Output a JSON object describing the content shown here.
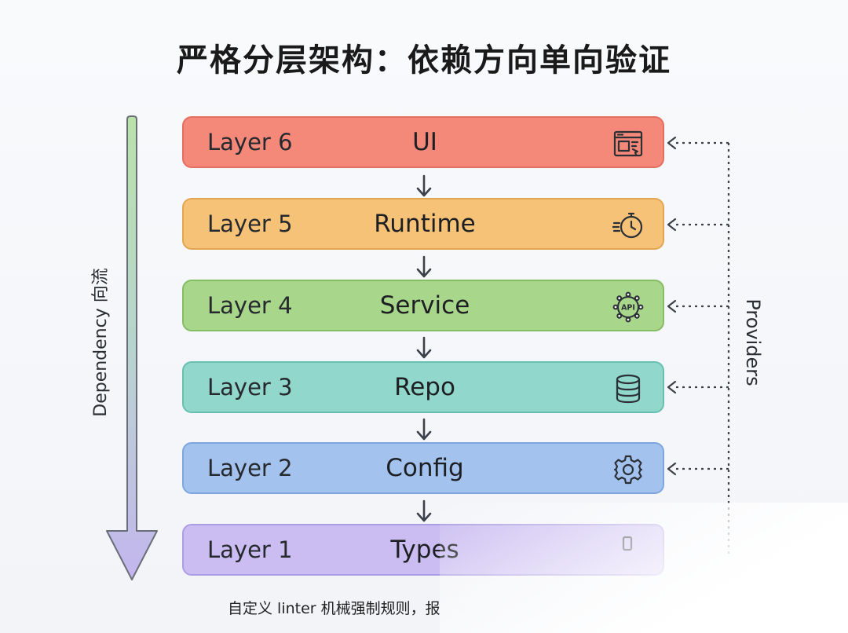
{
  "title": "严格分层架构：依赖方向单向验证",
  "dependency_label": "Dependency 向流",
  "providers_label": "Providers",
  "layers": [
    {
      "name": "Layer 6",
      "module": "UI",
      "icon": "browser-window-icon",
      "fill": "#f4897a",
      "border": "#e46e5f"
    },
    {
      "name": "Layer 5",
      "module": "Runtime",
      "icon": "stopwatch-icon",
      "fill": "#f6c277",
      "border": "#e3a650"
    },
    {
      "name": "Layer 4",
      "module": "Service",
      "icon": "api-icon",
      "fill": "#a8d68a",
      "border": "#84bd64"
    },
    {
      "name": "Layer 3",
      "module": "Repo",
      "icon": "database-icon",
      "fill": "#92d7cc",
      "border": "#67bfb1"
    },
    {
      "name": "Layer 2",
      "module": "Config",
      "icon": "gear-icon",
      "fill": "#a3c3ee",
      "border": "#7ea6dd"
    },
    {
      "name": "Layer 1",
      "module": "Types",
      "icon": "types-icon",
      "fill": "#cbbdf1",
      "border": "#ad9de3"
    }
  ],
  "icon_api_text": "API",
  "footer": "自定义 linter 机械强制规则，报"
}
